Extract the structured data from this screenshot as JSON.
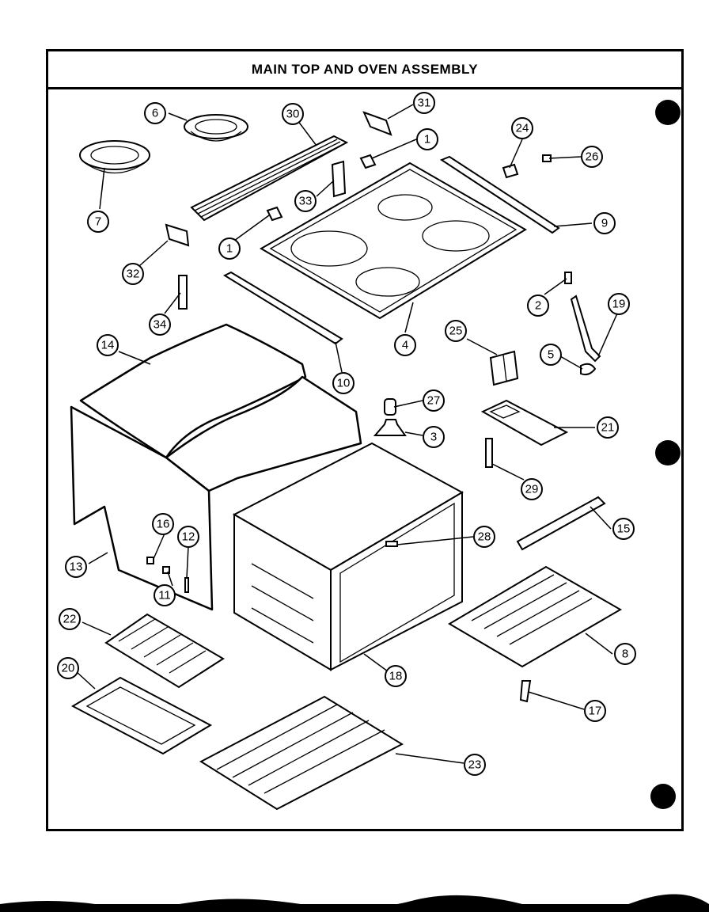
{
  "title": "MAIN TOP AND OVEN ASSEMBLY",
  "callouts": [
    "1",
    "1",
    "2",
    "3",
    "4",
    "5",
    "6",
    "7",
    "8",
    "9",
    "10",
    "11",
    "12",
    "13",
    "14",
    "15",
    "16",
    "17",
    "18",
    "19",
    "20",
    "21",
    "22",
    "23",
    "24",
    "25",
    "26",
    "27",
    "28",
    "29",
    "30",
    "31",
    "32",
    "33",
    "34"
  ]
}
